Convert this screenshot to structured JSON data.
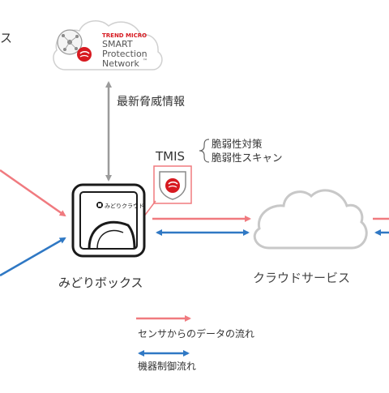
{
  "edge_left_text": "ス",
  "spn": {
    "line1": "TREND MICRO",
    "line2": "SMART",
    "line3": "Protection",
    "line4": "Network",
    "tm": "™"
  },
  "threat_label": "最新脅威情報",
  "tmis": {
    "title": "TMIS",
    "items": [
      "脆弱性対策",
      "脆弱性スキャン"
    ]
  },
  "box": {
    "brand_text": "みどりクラウド",
    "label": "みどりボックス"
  },
  "cloud_label": "クラウドサービス",
  "legend": {
    "sensor_flow": "センサからのデータの流れ",
    "control_flow": "機器制御流れ"
  },
  "colors": {
    "sensor": "#f07a7f",
    "control": "#2f78c4",
    "gray_arrow": "#9b9b9b",
    "trend_red": "#d71920",
    "text": "#333333",
    "cloud_stroke": "#c8c8c8"
  }
}
